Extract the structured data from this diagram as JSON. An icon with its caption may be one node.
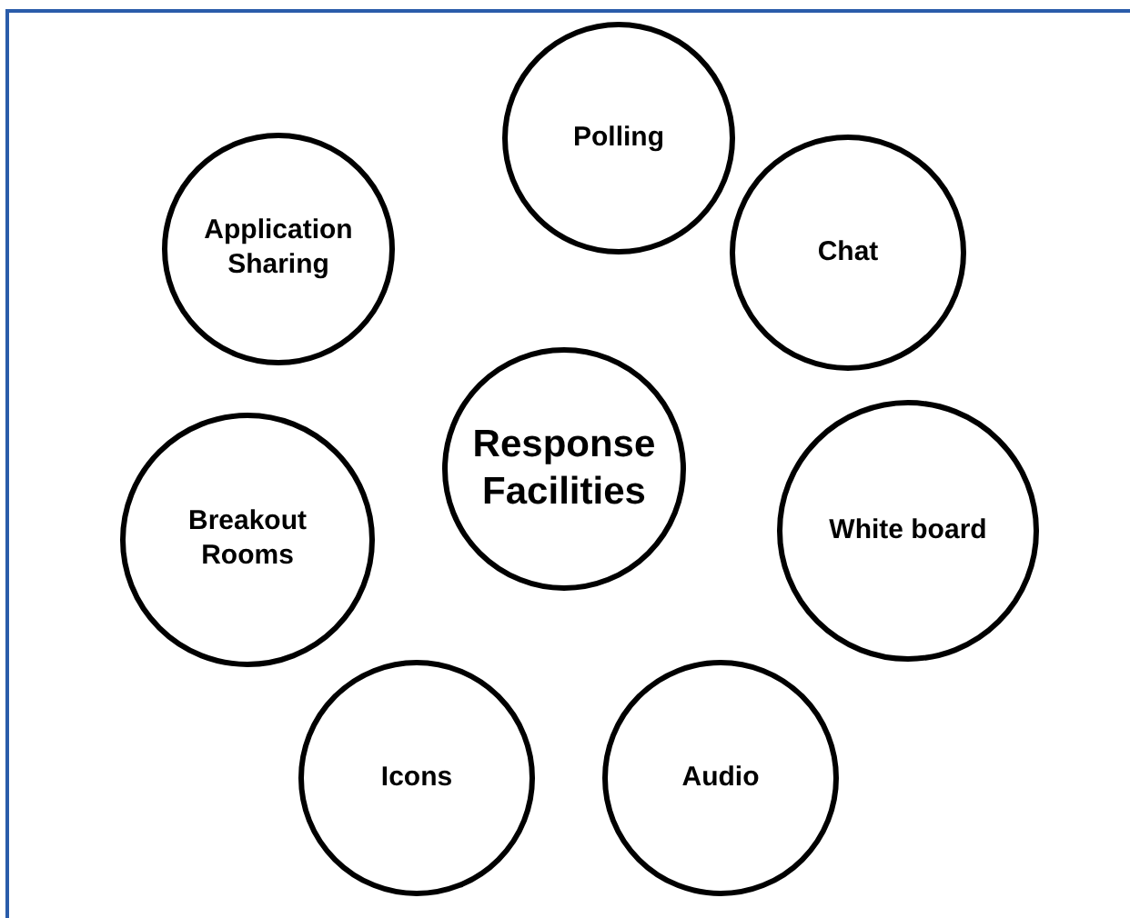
{
  "diagram": {
    "nodes": [
      {
        "text": [
          "Polling"
        ]
      },
      {
        "text": [
          "Application Sharing"
        ]
      },
      {
        "text": [
          "Chat"
        ]
      },
      {
        "text": [
          "Response Facilities"
        ]
      },
      {
        "text": [
          "Breakout Rooms"
        ]
      },
      {
        "text": [
          "White board"
        ]
      },
      {
        "text": [
          "Icons"
        ]
      },
      {
        "text": [
          "Audio"
        ]
      }
    ]
  }
}
